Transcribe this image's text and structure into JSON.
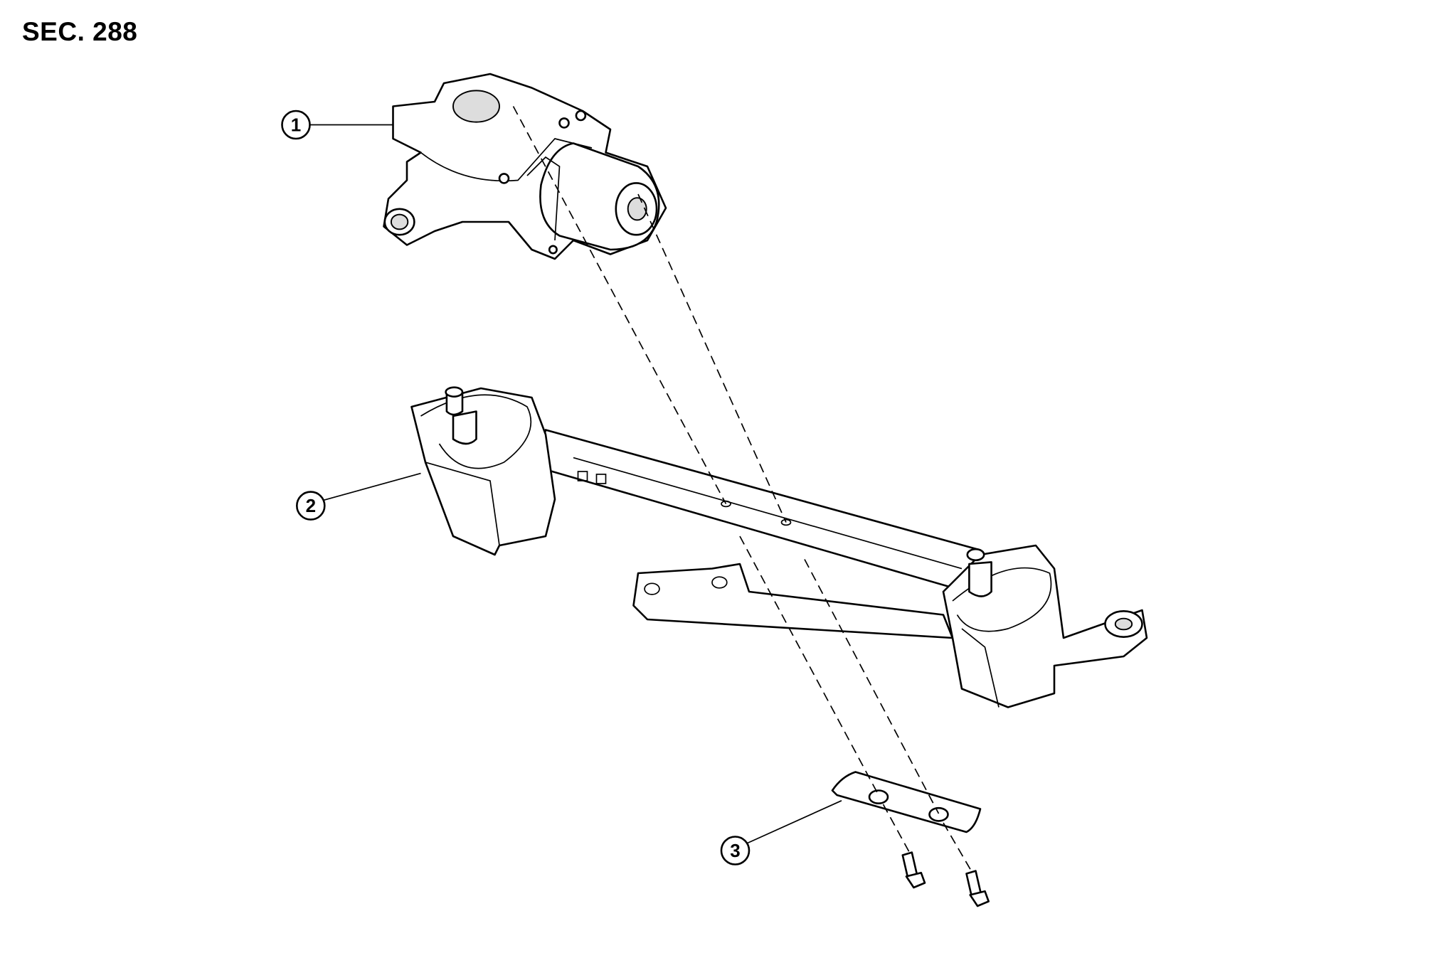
{
  "section_label": "SEC. 288",
  "callouts": [
    {
      "number": "1",
      "part": "wiper-motor"
    },
    {
      "number": "2",
      "part": "wiper-linkage"
    },
    {
      "number": "3",
      "part": "motor-bracket"
    }
  ]
}
